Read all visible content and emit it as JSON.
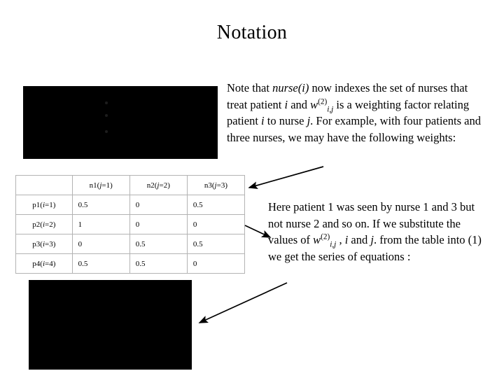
{
  "slide": {
    "title": "Notation",
    "background_color": "#ffffff",
    "text_color": "#000000"
  },
  "paragraphs": {
    "top": {
      "line1_a": "Note that ",
      "line1_italic": "nurse(i)",
      "line1_b": " now indexes the set of nurses that treat patient ",
      "line1_italic2": "i",
      "line1_c": " and ",
      "w_symbol": {
        "base": "w",
        "superscript": "(2)",
        "subscript": "i,j"
      },
      "line1_d": " is a weighting factor relating patient ",
      "line1_italic3": "i",
      "line1_e": " to nurse ",
      "line1_italic4": "j",
      "line1_f": ". For example, with four patients and three nurses, we  may have the following weights:"
    },
    "right": {
      "line1": "Here patient 1 was seen by nurse 1 and 3 but not nurse 2 and so on. If we substitute the values  of ",
      "w_symbol": {
        "base": "w",
        "superscript": "(2)",
        "subscript": "i,j"
      },
      "line2_a": " , ",
      "line2_italic_i": "i",
      "line2_b": " and ",
      "line2_italic_j": "j",
      "line2_c": ". from the table into (1) we get the series of equations :"
    }
  },
  "table": {
    "corner_header": "",
    "column_headers": [
      {
        "prefix": "n1(",
        "italic": "j",
        "suffix": "=1)"
      },
      {
        "prefix": "n2(",
        "italic": "j",
        "suffix": "=2)"
      },
      {
        "prefix": "n3(",
        "italic": "j",
        "suffix": "=3)"
      }
    ],
    "rows": [
      {
        "label_prefix": "p1(",
        "label_italic": "i",
        "label_suffix": "=1)",
        "values": [
          "0.5",
          "0",
          "0.5"
        ]
      },
      {
        "label_prefix": "p2(",
        "label_italic": "i",
        "label_suffix": "=2)",
        "values": [
          "1",
          "0",
          "0"
        ]
      },
      {
        "label_prefix": "p3(",
        "label_italic": "i",
        "label_suffix": "=3)",
        "values": [
          "0",
          "0.5",
          "0.5"
        ]
      },
      {
        "label_prefix": "p4(",
        "label_italic": "i",
        "label_suffix": "=4)",
        "values": [
          "0.5",
          "0.5",
          "0"
        ]
      }
    ],
    "border_color": "#b3b3b3"
  },
  "redacted_boxes": [
    {
      "name": "equations-block-top",
      "fill": "#000000"
    },
    {
      "name": "equations-block-bottom",
      "fill": "#000000"
    }
  ],
  "annotations": {
    "arrow_to_table_header": "points from text toward table top-right",
    "arrow_from_table_to_text": "points from table right edge toward right paragraph",
    "arrow_to_equations": "points from right paragraph down-left toward bottom equations block",
    "stroke_color": "#000000"
  }
}
